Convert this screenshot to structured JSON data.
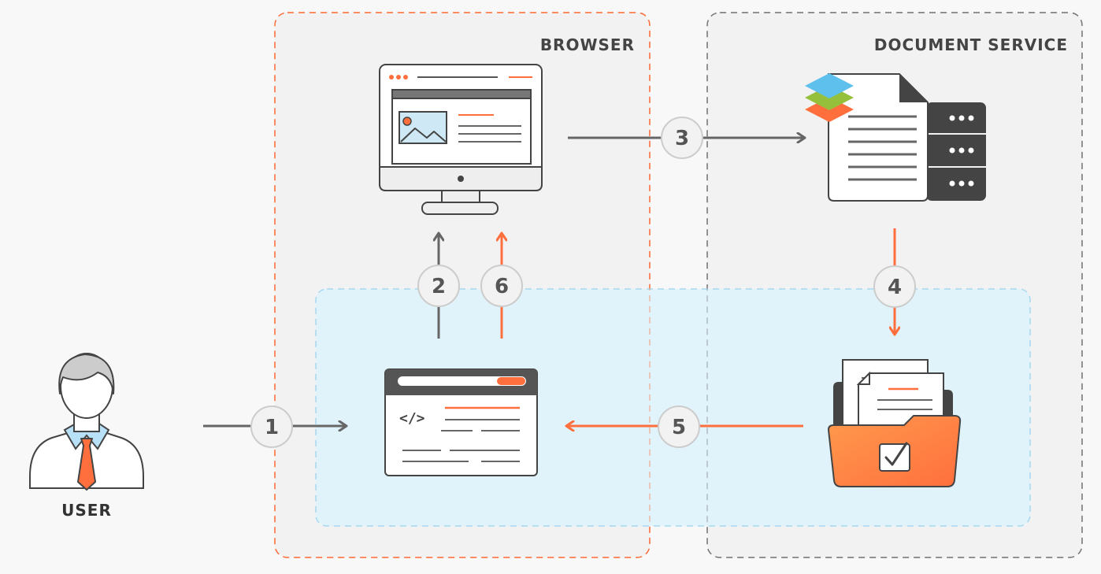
{
  "regions": {
    "browser": {
      "label": "BROWSER"
    },
    "document_service": {
      "label": "DOCUMENT SERVICE"
    }
  },
  "actors": {
    "user": {
      "label": "USER"
    }
  },
  "steps": {
    "s1": "1",
    "s2": "2",
    "s3": "3",
    "s4": "4",
    "s5": "5",
    "s6": "6"
  },
  "icons": {
    "user": "user-icon",
    "monitor": "monitor-icon",
    "document_server": "document-server-icon",
    "code_window": "code-window-icon",
    "folder": "document-folder-icon",
    "logo": "layers-logo-icon"
  },
  "colors": {
    "accent": "#ff6f3d",
    "gray_line": "#666666",
    "light_blue": "#def3fc",
    "light_blue_border": "#a8d8f0",
    "region_bg": "#f2f2f2",
    "dark": "#444444",
    "logo_blue": "#5ec0ed",
    "logo_green": "#95c03c",
    "logo_orange": "#ff6f3d"
  }
}
